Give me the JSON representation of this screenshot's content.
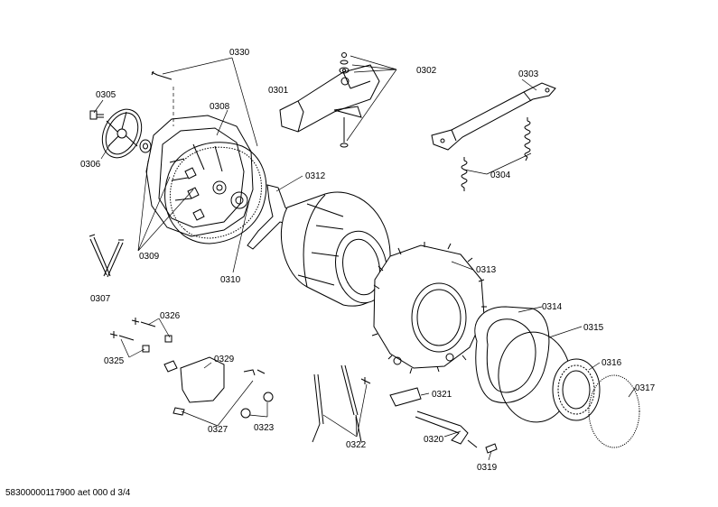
{
  "labels": {
    "p0301": "0301",
    "p0302": "0302",
    "p0303": "0303",
    "p0304": "0304",
    "p0305": "0305",
    "p0306": "0306",
    "p0307": "0307",
    "p0308": "0308",
    "p0309": "0309",
    "p0310": "0310",
    "p0312": "0312",
    "p0313": "0313",
    "p0314": "0314",
    "p0315": "0315",
    "p0316": "0316",
    "p0317": "0317",
    "p0319": "0319",
    "p0320": "0320",
    "p0321": "0321",
    "p0322": "0322",
    "p0323": "0323",
    "p0325": "0325",
    "p0326": "0326",
    "p0327": "0327",
    "p0329": "0329",
    "p0330": "0330"
  },
  "footer": "58300000117900 aet 000 d 3/4"
}
